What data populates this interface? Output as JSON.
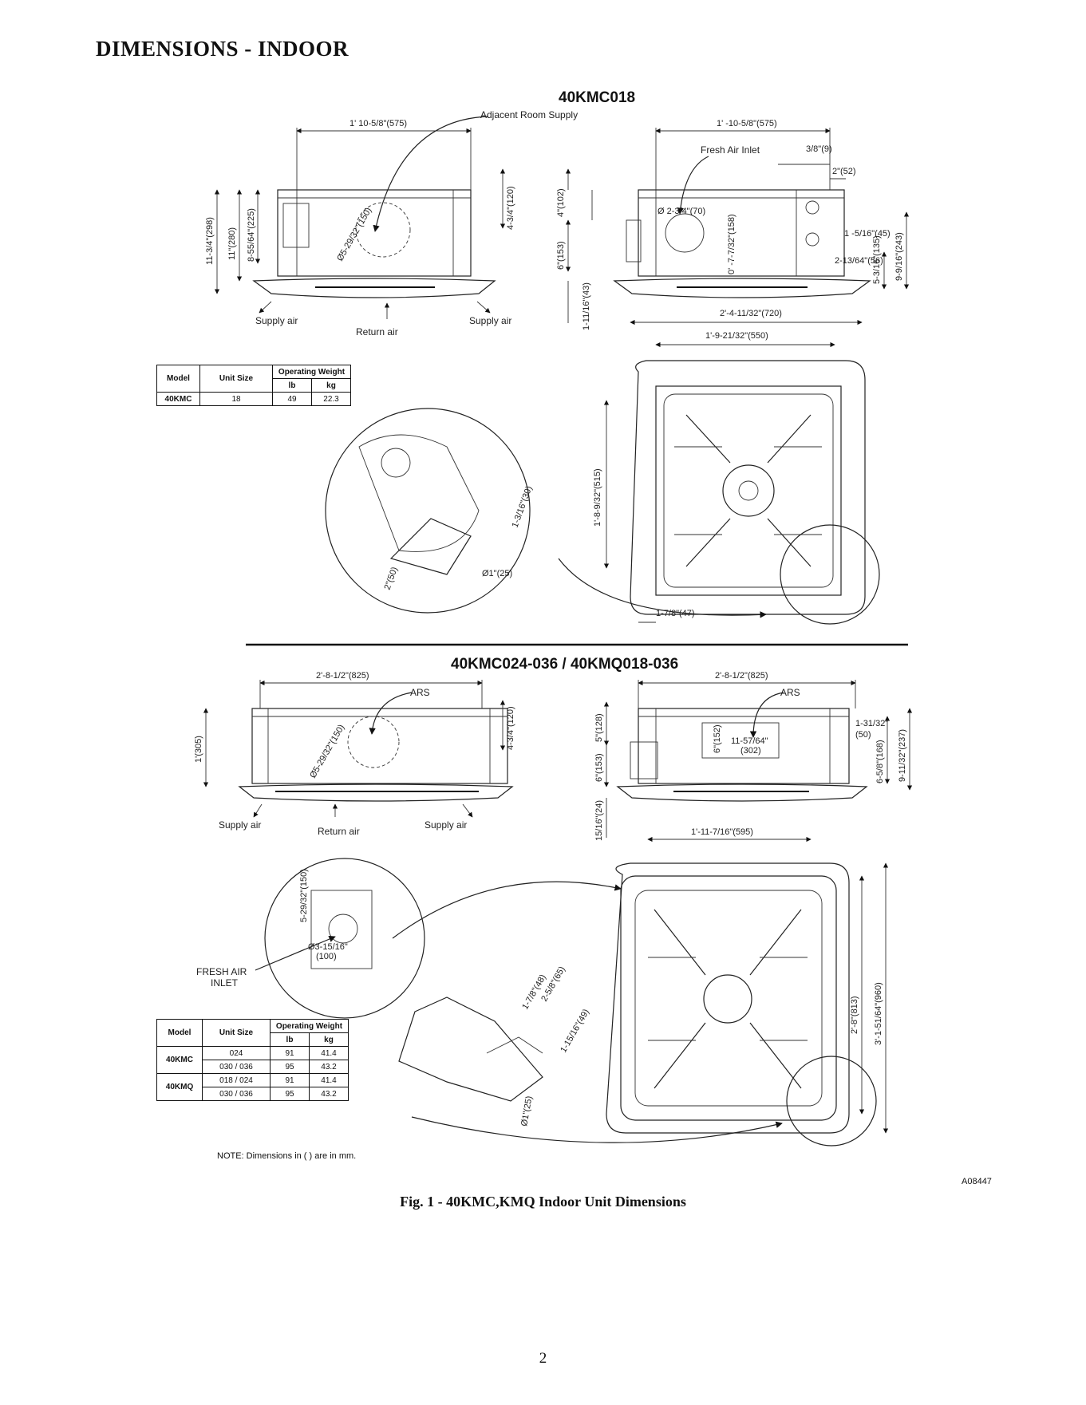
{
  "page_title": "DIMENSIONS - INDOOR",
  "section1": {
    "title": "40KMC018",
    "front": {
      "width": "1' 10-5/8\"(575)",
      "adjacent": "Adjacent Room Supply",
      "h1": "11-3/4\"(298)",
      "h2": "11\"(280)",
      "h3": "8-55/64\"(225)",
      "right_h": "4-3/4\"(120)",
      "duct": "Ø5-29/32\"(150)",
      "supply_left": "Supply  air",
      "return": "Return  air",
      "supply_right": "Supply  air"
    },
    "side": {
      "width": "1' -10-5/8\"(575)",
      "fresh": "Fresh Air Inlet",
      "d38": "3/8\"(9)",
      "d2": "2\"(52)",
      "d4": "4\"(102)",
      "dia": "Ø 2-3/4\"(70)",
      "d6": "6\"(153)",
      "d7": "0' -7-7/32\"(158)",
      "d1516": "1 -5/16\"(45)",
      "d21364": "2-13/64\"(56)",
      "d5316": "5-3/16\"(135)",
      "d9916": "9-9/16\"(243)",
      "d11116": "1-11/16\"(43)"
    },
    "plan": {
      "w720": "2'-4-11/32\"(720)",
      "w550": "1'-9-21/32\"(550)",
      "h515": "1'-8-9/32\"(515)",
      "d178": "1-7/8\"(47)",
      "d1316": "1-3/16\"(30)",
      "d1": "Ø1\"(25)",
      "d2": "2\"(50)"
    },
    "table": {
      "model": "Model",
      "unit_size": "Unit Size",
      "op_weight": "Operating Weight",
      "lb": "lb",
      "kg": "kg",
      "rows": [
        [
          "40KMC",
          "18",
          "49",
          "22.3"
        ]
      ]
    }
  },
  "section2": {
    "title": "40KMC024-036  / 40KMQ018-036",
    "front": {
      "width": "2'-8-1/2\"(825)",
      "ars": "ARS",
      "h305": "1'(305)",
      "right_h": "4-3/4\"(120)",
      "duct": "Ø5-29/32\"(150)",
      "supply_left": "Supply  air",
      "return": "Return  air",
      "supply_right": "Supply  air"
    },
    "side": {
      "width": "2'-8-1/2\"(825)",
      "ars": "ARS",
      "d5": "5\"(128)",
      "d6a": "6\"(152)",
      "d6b": "6\"(153)",
      "d11": "11-57/64\"",
      "d302": "(302)",
      "d131": "1-31/32\"",
      "d50": "(50)",
      "d658": "6-5/8\"(168)",
      "d911": "9-11/32\"(237)",
      "d1516": "15/16\"(24)"
    },
    "plan": {
      "w595": "1'-11-7/16\"(595)",
      "h813": "2'-8\"(813)",
      "h960": "3'-1-51/64\"(960)",
      "d258": "2-5/8\"(65)",
      "d178": "1-7/8\"(48)",
      "d11516": "1-15/16\"(49)",
      "d1": "Ø1\"(25)",
      "fresh_dim": "5-29/32\"(150)",
      "fresh_dia": "Ø3-15/16\"",
      "fresh_mm": "(100)",
      "fresh_label1": "FRESH AIR",
      "fresh_label2": "INLET"
    },
    "table": {
      "model": "Model",
      "unit_size": "Unit Size",
      "op_weight": "Operating Weight",
      "lb": "lb",
      "kg": "kg",
      "rows": [
        [
          "40KMC",
          "024",
          "91",
          "41.4"
        ],
        [
          "",
          "030 / 036",
          "95",
          "43.2"
        ],
        [
          "40KMQ",
          "018 / 024",
          "91",
          "41.4"
        ],
        [
          "",
          "030 / 036",
          "95",
          "43.2"
        ]
      ]
    }
  },
  "note": "NOTE:  Dimensions in ( ) are in mm.",
  "fig_code": "A08447",
  "caption": "Fig. 1 - 40KMC,KMQ Indoor Unit Dimensions",
  "page_number": "2"
}
